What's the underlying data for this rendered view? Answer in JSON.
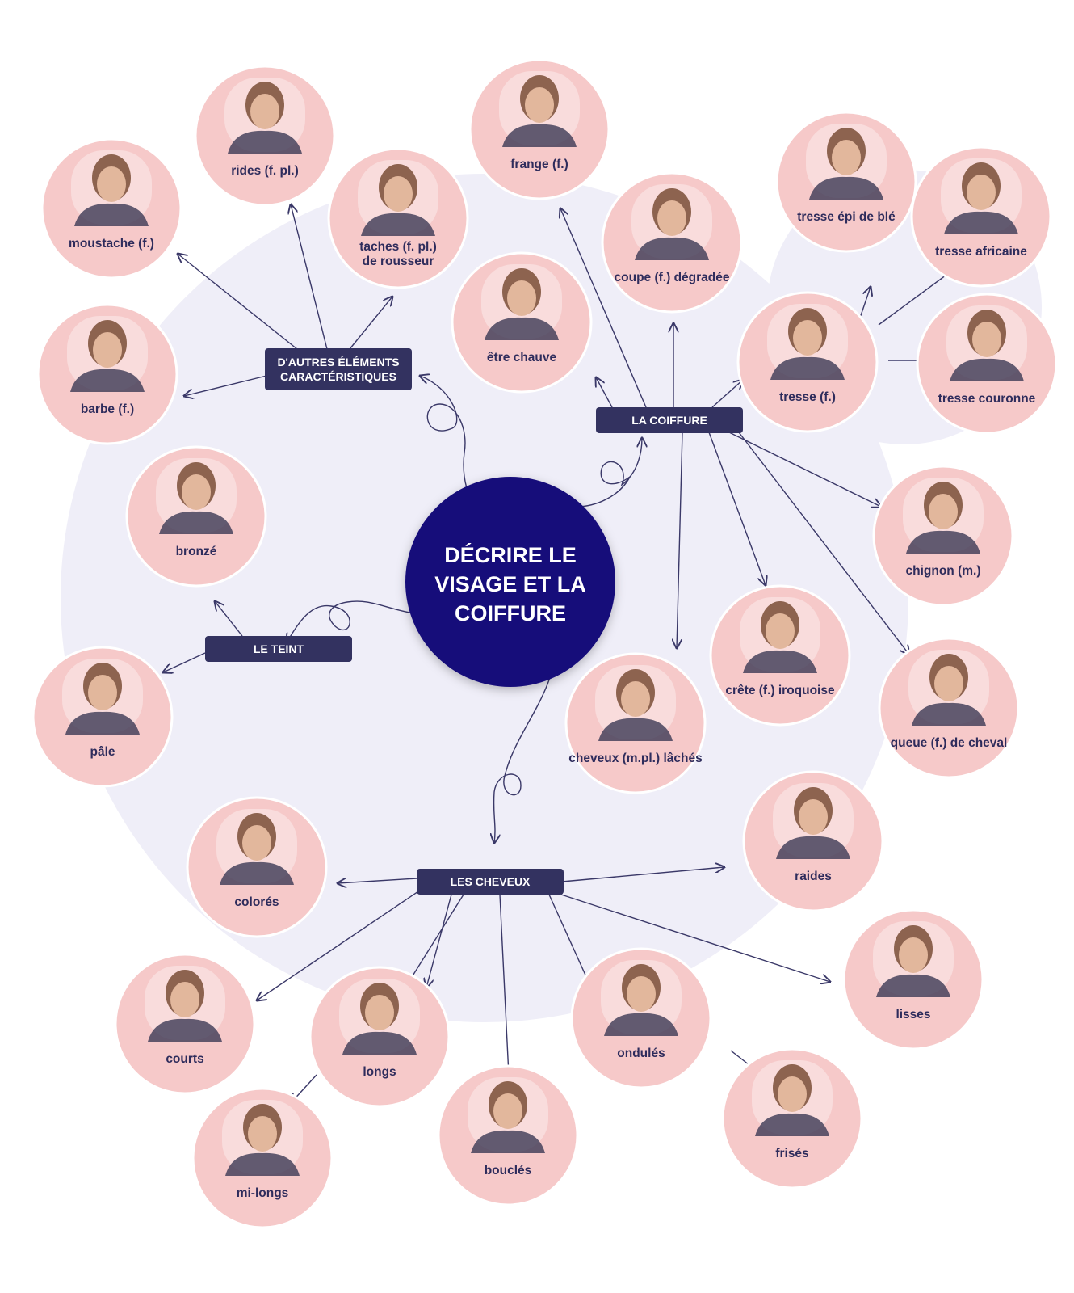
{
  "colors": {
    "background_blob": "#efeef8",
    "node_fill": "#f6c9c9",
    "node_stroke": "#ffffff",
    "photo_fill": "#b79a8a",
    "category_fill": "#333260",
    "center_fill": "#170b7a",
    "arrow": "#3a3868",
    "label_text": "#2e2c5c"
  },
  "center": {
    "title_lines": [
      "DÉCRIRE LE",
      "VISAGE ET LA",
      "COIFFURE"
    ]
  },
  "categories": {
    "autres": {
      "lines": [
        "D'AUTRES ÉLÉMENTS",
        "CARACTÉRISTIQUES"
      ]
    },
    "coiffure": {
      "lines": [
        "LA COIFFURE"
      ]
    },
    "teint": {
      "lines": [
        "LE TEINT"
      ]
    },
    "cheveux": {
      "lines": [
        "LES CHEVEUX"
      ]
    }
  },
  "nodes": {
    "moustache": {
      "lines": [
        "moustache (f.)"
      ],
      "icon": "moustache-photo-icon"
    },
    "rides": {
      "lines": [
        "rides (f. pl.)"
      ],
      "icon": "wrinkles-photo-icon"
    },
    "taches": {
      "lines": [
        "taches (f. pl.)",
        "de rousseur"
      ],
      "icon": "freckles-photo-icon"
    },
    "barbe": {
      "lines": [
        "barbe (f.)"
      ],
      "icon": "beard-photo-icon"
    },
    "frange": {
      "lines": [
        "frange (f.)"
      ],
      "icon": "fringe-photo-icon"
    },
    "chauve": {
      "lines": [
        "être chauve"
      ],
      "icon": "bald-photo-icon"
    },
    "degradee": {
      "lines": [
        "coupe (f.) dégradée"
      ],
      "icon": "layered-cut-photo-icon"
    },
    "epi": {
      "lines": [
        "tresse épi de blé"
      ],
      "icon": "fishtail-braid-photo-icon"
    },
    "africaine": {
      "lines": [
        "tresse africaine"
      ],
      "icon": "box-braids-photo-icon"
    },
    "tresse": {
      "lines": [
        "tresse (f.)"
      ],
      "icon": "braid-photo-icon"
    },
    "couronne": {
      "lines": [
        "tresse couronne"
      ],
      "icon": "crown-braid-photo-icon"
    },
    "chignon": {
      "lines": [
        "chignon (m.)"
      ],
      "icon": "bun-photo-icon"
    },
    "crete": {
      "lines": [
        "crête (f.) iroquoise"
      ],
      "icon": "mohawk-photo-icon"
    },
    "queue": {
      "lines": [
        "queue (f.) de cheval"
      ],
      "icon": "ponytail-photo-icon"
    },
    "laches": {
      "lines": [
        "cheveux (m.pl.) lâchés"
      ],
      "icon": "loose-hair-photo-icon"
    },
    "bronze": {
      "lines": [
        "bronzé"
      ],
      "icon": "tanned-face-photo-icon"
    },
    "pale": {
      "lines": [
        "pâle"
      ],
      "icon": "pale-face-photo-icon"
    },
    "colores": {
      "lines": [
        "colorés"
      ],
      "icon": "dyed-hair-photo-icon"
    },
    "raides": {
      "lines": [
        "raides"
      ],
      "icon": "straight-hair-photo-icon"
    },
    "courts": {
      "lines": [
        "courts"
      ],
      "icon": "short-hair-photo-icon"
    },
    "longs": {
      "lines": [
        "longs"
      ],
      "icon": "long-hair-photo-icon"
    },
    "boucles": {
      "lines": [
        "bouclés"
      ],
      "icon": "curly-hair-photo-icon"
    },
    "ondules": {
      "lines": [
        "ondulés"
      ],
      "icon": "wavy-hair-photo-icon"
    },
    "lisses": {
      "lines": [
        "lisses"
      ],
      "icon": "smooth-hair-photo-icon"
    },
    "frises": {
      "lines": [
        "frisés"
      ],
      "icon": "frizzy-hair-photo-icon"
    },
    "milongs": {
      "lines": [
        "mi-longs"
      ],
      "icon": "mid-length-hair-photo-icon"
    }
  }
}
